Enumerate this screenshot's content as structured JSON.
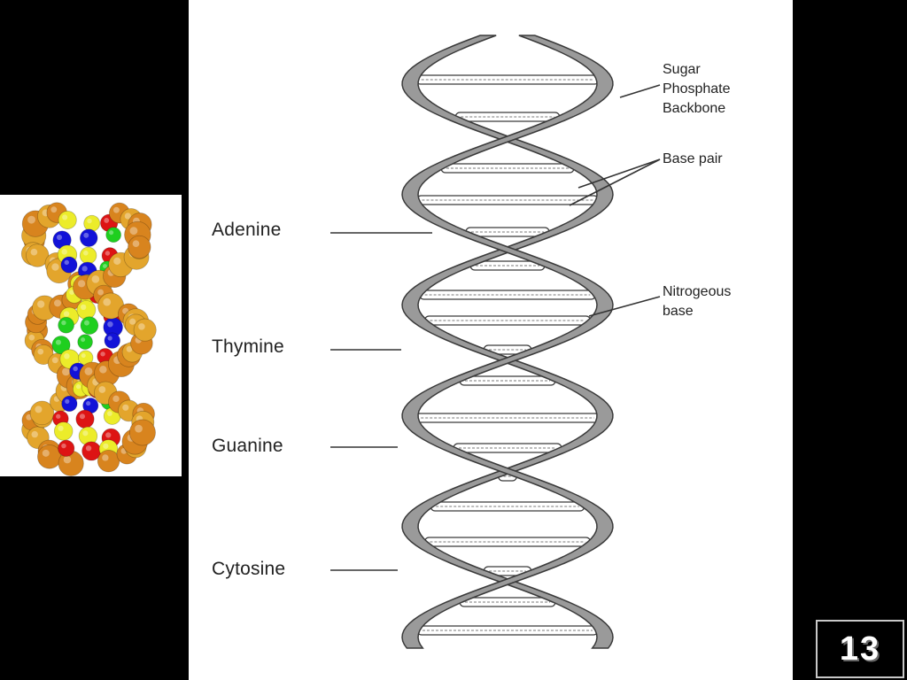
{
  "molecule_image": {
    "colors": {
      "backbone_orange": "#d8841e",
      "backbone_gold": "#e3a52c",
      "adenine_blue": "#1212d8",
      "thymine_yellow": "#ecec2a",
      "guanine_green": "#1fcf1f",
      "cytosine_red": "#dd1414"
    }
  },
  "diagram": {
    "bases": {
      "adenine": "Adenine",
      "thymine": "Thymine",
      "guanine": "Guanine",
      "cytosine": "Cytosine"
    },
    "structure": {
      "sugar_line1": "Sugar",
      "sugar_line2": "Phosphate",
      "sugar_line3": "Backbone",
      "base_pair": "Base pair",
      "nitrogeous_line1": "Nitrogeous",
      "nitrogeous_line2": "base"
    },
    "colors": {
      "strand_fill": "#9a9a9a",
      "strand_edge": "#3a3a3a",
      "rung_fill": "#ffffff",
      "line": "#333333"
    }
  },
  "slide": {
    "page_number": "13"
  }
}
